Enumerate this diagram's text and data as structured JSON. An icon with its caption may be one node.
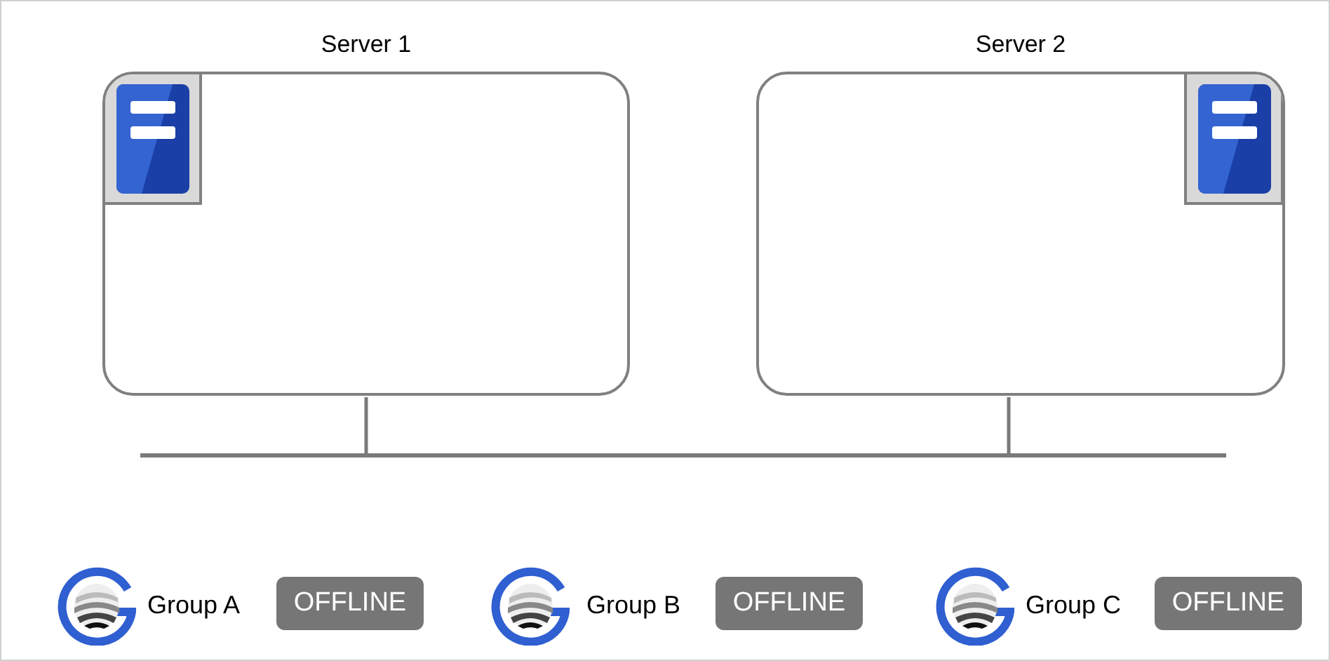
{
  "diagram": {
    "nodes": [
      {
        "text": [
          "Server 1"
        ]
      },
      {
        "text": [
          "Server 2"
        ]
      },
      {
        "text": [],
        "shape": "bar"
      },
      {
        "text": [],
        "shape": "picture",
        "in": 0
      },
      {
        "text": [],
        "shape": "picture",
        "in": 1
      },
      {
        "text": [
          "OFFLINE"
        ],
        "beside": [
          "Group A"
        ]
      },
      {
        "text": [
          "OFFLINE"
        ],
        "beside": [
          "Group B"
        ]
      },
      {
        "text": [
          "OFFLINE"
        ],
        "beside": [
          "Group C"
        ]
      }
    ],
    "edges": [
      {
        "from": 0,
        "to": 2,
        "arrow": "none"
      },
      {
        "from": 1,
        "to": 2,
        "arrow": "none"
      }
    ]
  }
}
